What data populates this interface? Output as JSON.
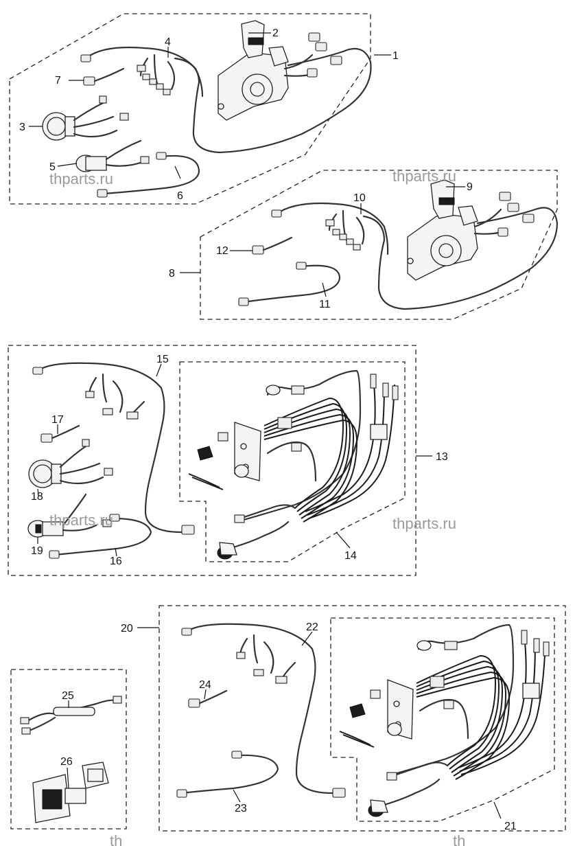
{
  "watermarks": [
    "thparts.ru",
    "thparts.ru",
    "thparts.ru",
    "thparts.ru",
    "th",
    "th"
  ],
  "callouts": [
    "1",
    "2",
    "3",
    "4",
    "5",
    "6",
    "7",
    "8",
    "9",
    "10",
    "11",
    "12",
    "13",
    "14",
    "15",
    "16",
    "17",
    "18",
    "19",
    "20",
    "21",
    "22",
    "23",
    "24",
    "25",
    "26"
  ],
  "colors": {
    "line": "#222222",
    "watermark": "#9a9a9a",
    "background": "#ffffff"
  }
}
